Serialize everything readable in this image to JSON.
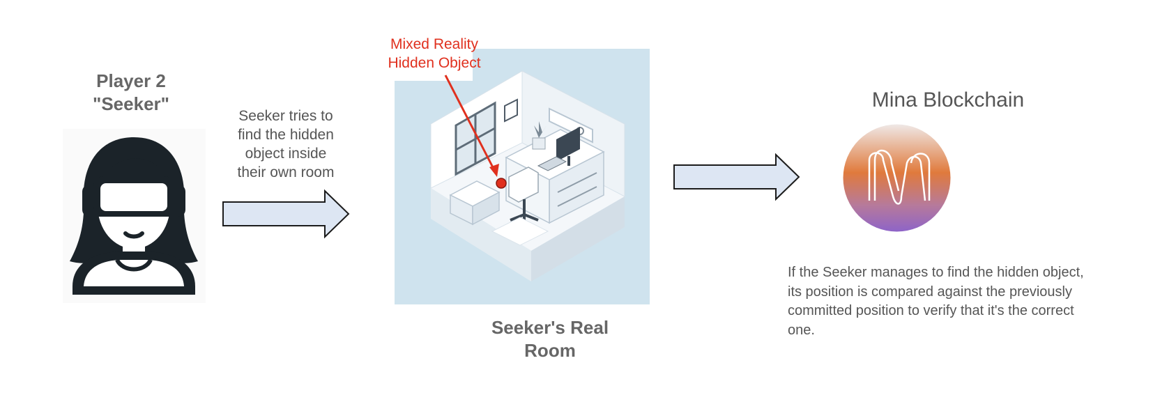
{
  "player": {
    "line1": "Player 2",
    "line2": "\"Seeker\""
  },
  "step": {
    "lines": [
      "Seeker tries to",
      "find the hidden",
      "object inside",
      "their own room"
    ]
  },
  "room": {
    "caption_line1": "Seeker's Real",
    "caption_line2": "Room",
    "marker_label_line1": "Mixed Reality",
    "marker_label_line2": "Hidden Object"
  },
  "blockchain": {
    "title": "Mina Blockchain",
    "logo_icon": "mina-logo-icon",
    "verify_lines": [
      "If the Seeker manages to find the hidden object,",
      "its position is compared against the previously",
      "committed position to verify that it's the correct",
      "one."
    ]
  },
  "colors": {
    "arrow_fill": "#dde6f3",
    "marker": "#e0301e",
    "room_bg": "#cfe3ee"
  }
}
